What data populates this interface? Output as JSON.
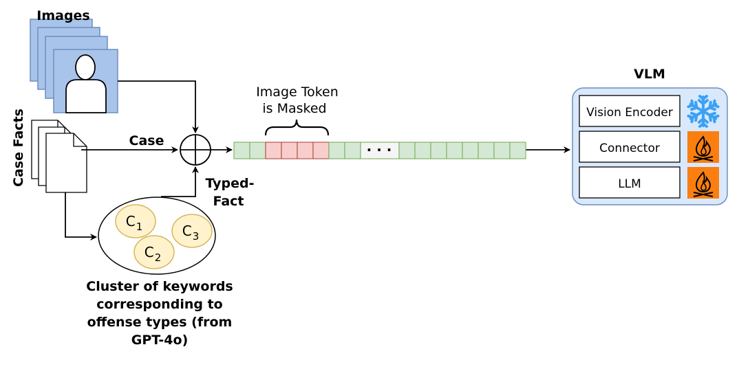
{
  "images": {
    "label": "Images"
  },
  "case_facts": {
    "label": "Case Facts"
  },
  "edges": {
    "case": "Case",
    "typed_fact_1": "Typed-",
    "typed_fact_2": "Fact"
  },
  "tokens": {
    "annotation_1": "Image Token",
    "annotation_2": "is Masked",
    "ellipsis": "· · ·"
  },
  "clusters": {
    "items": [
      {
        "base": "C",
        "sub": "1"
      },
      {
        "base": "C",
        "sub": "2"
      },
      {
        "base": "C",
        "sub": "3"
      }
    ],
    "caption_lines": [
      "Cluster of keywords",
      "corresponding to",
      "offense types (from",
      "GPT-4o)"
    ]
  },
  "vlm": {
    "title": "VLM",
    "components": [
      {
        "label": "Vision Encoder",
        "icon": "snowflake-icon",
        "state": "frozen"
      },
      {
        "label": "Connector",
        "icon": "fire-icon",
        "state": "trainable"
      },
      {
        "label": "LLM",
        "icon": "fire-icon",
        "state": "trainable"
      }
    ]
  },
  "colors": {
    "image_page": "#a9c4eb",
    "image_page_border": "#6c8ebf",
    "token_green": "#d5e8d4",
    "token_green_border": "#82b366",
    "token_red": "#f8cecc",
    "token_red_border": "#b85450",
    "token_gray": "#f5f5f5",
    "cluster_fill": "#fff2cc",
    "cluster_border": "#d6b656",
    "vlm_fill": "#dae8fc",
    "vlm_border": "#6c8ebf",
    "fire_bg": "#fa7f10",
    "snowflake": "#3ba1f5"
  }
}
